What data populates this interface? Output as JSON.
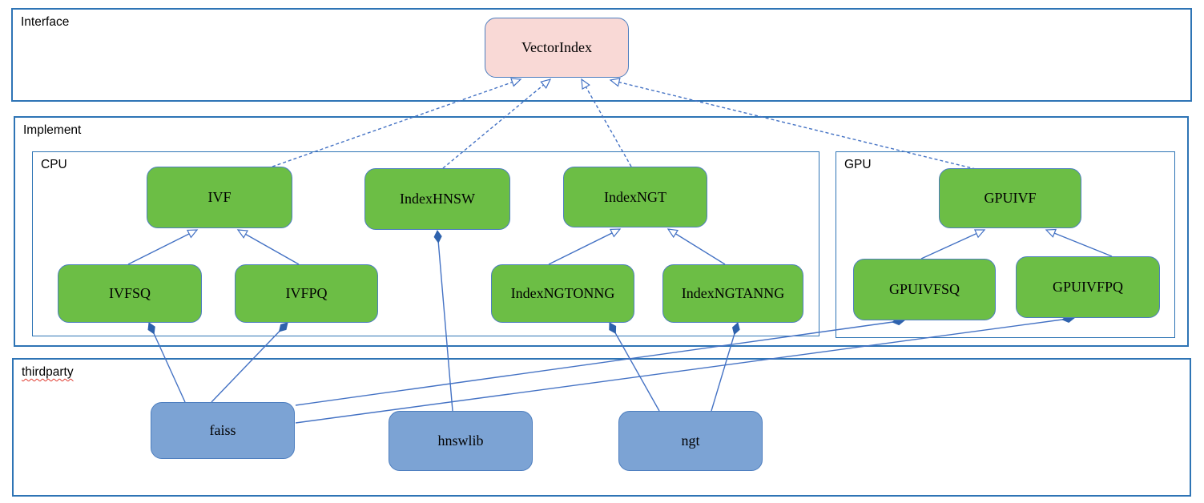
{
  "diagram": {
    "containers": {
      "interface": {
        "label": "Interface"
      },
      "implement": {
        "label": "Implement"
      },
      "cpu": {
        "label": "CPU"
      },
      "gpu": {
        "label": "GPU"
      },
      "thirdparty": {
        "label": "thirdparty"
      }
    },
    "nodes": {
      "vectorindex": {
        "label": "VectorIndex",
        "type": "interface"
      },
      "ivf": {
        "label": "IVF",
        "type": "implementation"
      },
      "indexhnsw": {
        "label": "IndexHNSW",
        "type": "implementation"
      },
      "indexngt": {
        "label": "IndexNGT",
        "type": "implementation"
      },
      "gpuivf": {
        "label": "GPUIVF",
        "type": "implementation"
      },
      "ivfsq": {
        "label": "IVFSQ",
        "type": "implementation"
      },
      "ivfpq": {
        "label": "IVFPQ",
        "type": "implementation"
      },
      "indexngtonng": {
        "label": "IndexNGTONNG",
        "type": "implementation"
      },
      "indexngtanng": {
        "label": "IndexNGTANNG",
        "type": "implementation"
      },
      "gpuivfsq": {
        "label": "GPUIVFSQ",
        "type": "implementation"
      },
      "gpuivfpq": {
        "label": "GPUIVFPQ",
        "type": "implementation"
      },
      "faiss": {
        "label": "faiss",
        "type": "thirdparty"
      },
      "hnswlib": {
        "label": "hnswlib",
        "type": "thirdparty"
      },
      "ngt": {
        "label": "ngt",
        "type": "thirdparty"
      }
    },
    "edges": [
      {
        "from": "IVF",
        "to": "VectorIndex",
        "type": "realization"
      },
      {
        "from": "IndexHNSW",
        "to": "VectorIndex",
        "type": "realization"
      },
      {
        "from": "IndexNGT",
        "to": "VectorIndex",
        "type": "realization"
      },
      {
        "from": "GPUIVF",
        "to": "VectorIndex",
        "type": "realization"
      },
      {
        "from": "IVFSQ",
        "to": "IVF",
        "type": "inheritance"
      },
      {
        "from": "IVFPQ",
        "to": "IVF",
        "type": "inheritance"
      },
      {
        "from": "IndexNGTONNG",
        "to": "IndexNGT",
        "type": "inheritance"
      },
      {
        "from": "IndexNGTANNG",
        "to": "IndexNGT",
        "type": "inheritance"
      },
      {
        "from": "GPUIVFSQ",
        "to": "GPUIVF",
        "type": "inheritance"
      },
      {
        "from": "GPUIVFPQ",
        "to": "GPUIVF",
        "type": "inheritance"
      },
      {
        "from": "IndexHNSW",
        "to": "hnswlib",
        "type": "composition"
      },
      {
        "from": "IVFSQ",
        "to": "faiss",
        "type": "composition"
      },
      {
        "from": "IVFPQ",
        "to": "faiss",
        "type": "composition"
      },
      {
        "from": "IndexNGTONNG",
        "to": "ngt",
        "type": "composition"
      },
      {
        "from": "IndexNGTANNG",
        "to": "ngt",
        "type": "composition"
      },
      {
        "from": "GPUIVFSQ",
        "to": "faiss",
        "type": "composition"
      },
      {
        "from": "GPUIVFPQ",
        "to": "faiss",
        "type": "composition"
      }
    ],
    "colors": {
      "container_border": "#2e74b5",
      "node_border": "#4d7ebf",
      "interface_fill": "#f9d9d6",
      "implementation_fill": "#6cbe45",
      "thirdparty_fill": "#7ca3d4",
      "connector": "#4472c4",
      "diamond_fill": "#2e62ad",
      "squiggle": "#e03c31"
    }
  }
}
